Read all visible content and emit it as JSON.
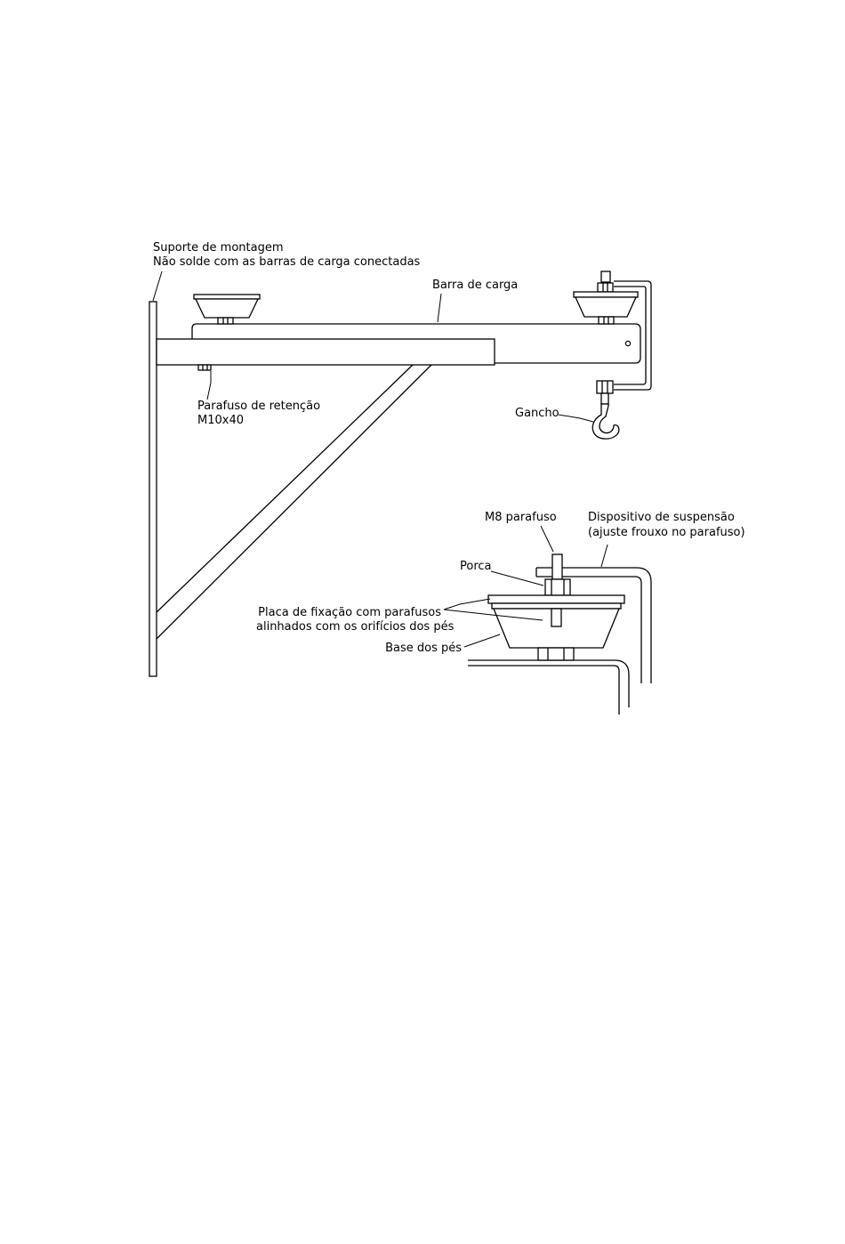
{
  "labels": {
    "mounting_support_line1": "Suporte de montagem",
    "mounting_support_line2": "Não solde com as barras de carga conectadas",
    "load_bar": "Barra de carga",
    "retention_bolt_line1": "Parafuso de retenção",
    "retention_bolt_line2": "M10x40",
    "hook": "Gancho",
    "m8_bolt": "M8 parafuso",
    "suspension_device_line1": "Dispositivo de suspensão",
    "suspension_device_line2": "(ajuste frouxo no parafuso)",
    "nut": "Porca",
    "fixing_plate_line1": "Placa de fixação com parafusos",
    "fixing_plate_line2": "alinhados com os orifícios dos pés",
    "foot_base": "Base dos pés"
  }
}
